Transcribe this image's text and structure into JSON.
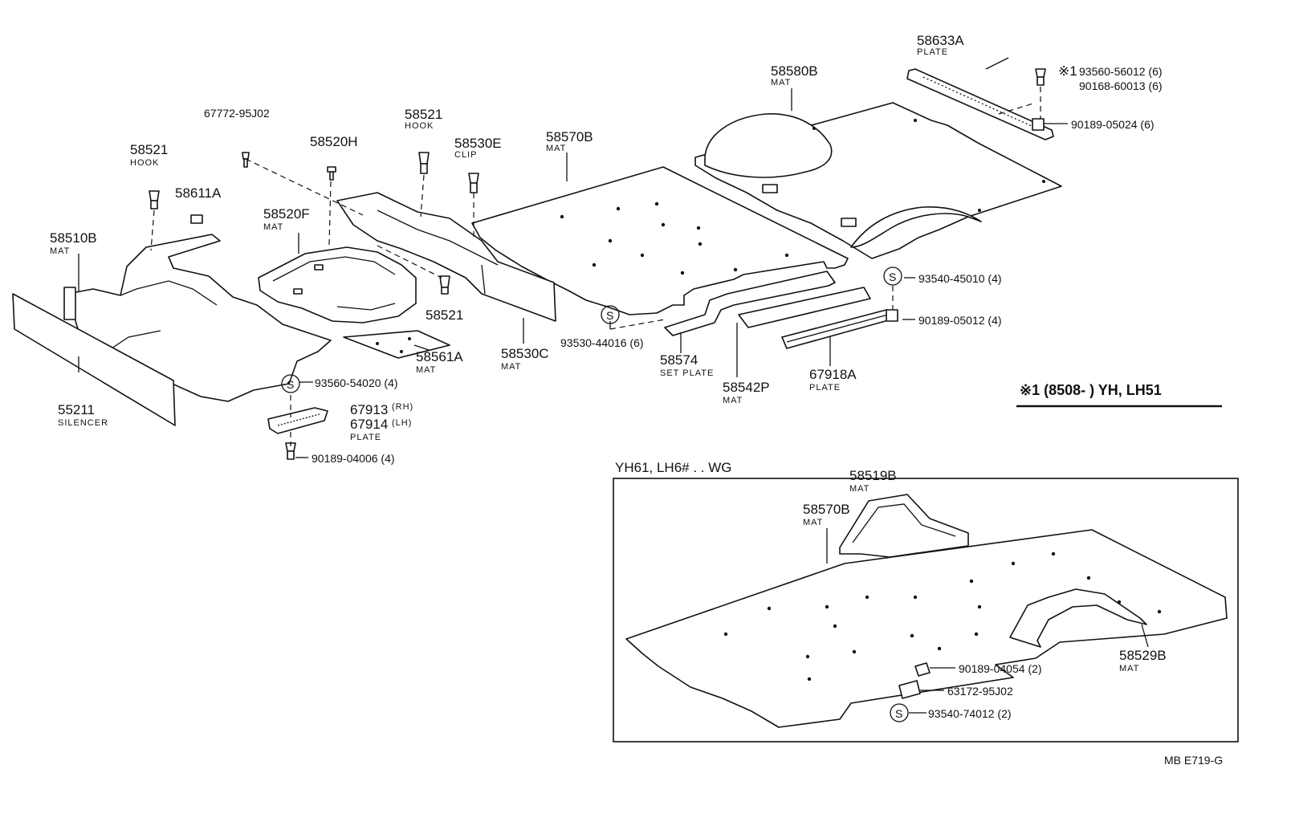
{
  "labels": {
    "p58633A": "58633A",
    "p58633A_d": "PLATE",
    "note_mark": "※1",
    "p93560_56012": "93560-56012 (6)",
    "p90168_60013": "90168-60013 (6)",
    "p90189_05024": "90189-05024 (6)",
    "p58580B": "58580B",
    "p58580B_d": "MAT",
    "p67772": "67772-95J02",
    "p58521_top": "58521",
    "p58521_top_d": "HOOK",
    "p58530E": "58530E",
    "p58530E_d": "CLIP",
    "p58570B": "58570B",
    "p58570B_d": "MAT",
    "p58520H": "58520H",
    "p58521_left": "58521",
    "p58521_left_d": "HOOK",
    "p58611A": "58611A",
    "p58520F": "58520F",
    "p58520F_d": "MAT",
    "p58510B": "58510B",
    "p58510B_d": "MAT",
    "p58521_mid": "58521",
    "p93540_45010": "93540-45010 (4)",
    "p90189_05012": "90189-05012 (4)",
    "p93530_44016": "93530-44016 (6)",
    "p58574": "58574",
    "p58574_d": "SET PLATE",
    "p58542P": "58542P",
    "p58542P_d": "MAT",
    "p67918A": "67918A",
    "p67918A_d": "PLATE",
    "p58561A": "58561A",
    "p58561A_d": "MAT",
    "p58530C": "58530C",
    "p58530C_d": "MAT",
    "p93560_54020": "93560-54020 (4)",
    "p67913": "67913",
    "p67913_rh": "(RH)",
    "p67914": "67914",
    "p67914_lh": "(LH)",
    "p6791x_d": "PLATE",
    "p90189_04006": "90189-04006 (4)",
    "p55211": "55211",
    "p55211_d": "SILENCER",
    "note_text": "※1 (8508-        ) YH, LH51",
    "inset_title": "YH61, LH6# . . WG",
    "p58519B": "58519B",
    "p58519B_d": "MAT",
    "p58570B_inset": "58570B",
    "p58570B_inset_d": "MAT",
    "p58529B": "58529B",
    "p58529B_d": "MAT",
    "p90189_04054": "90189-04054 (2)",
    "p63172": "63172-95J02",
    "p93540_74012": "93540-74012 (2)",
    "s_mark": "S",
    "footer": "MB  E719-G"
  }
}
